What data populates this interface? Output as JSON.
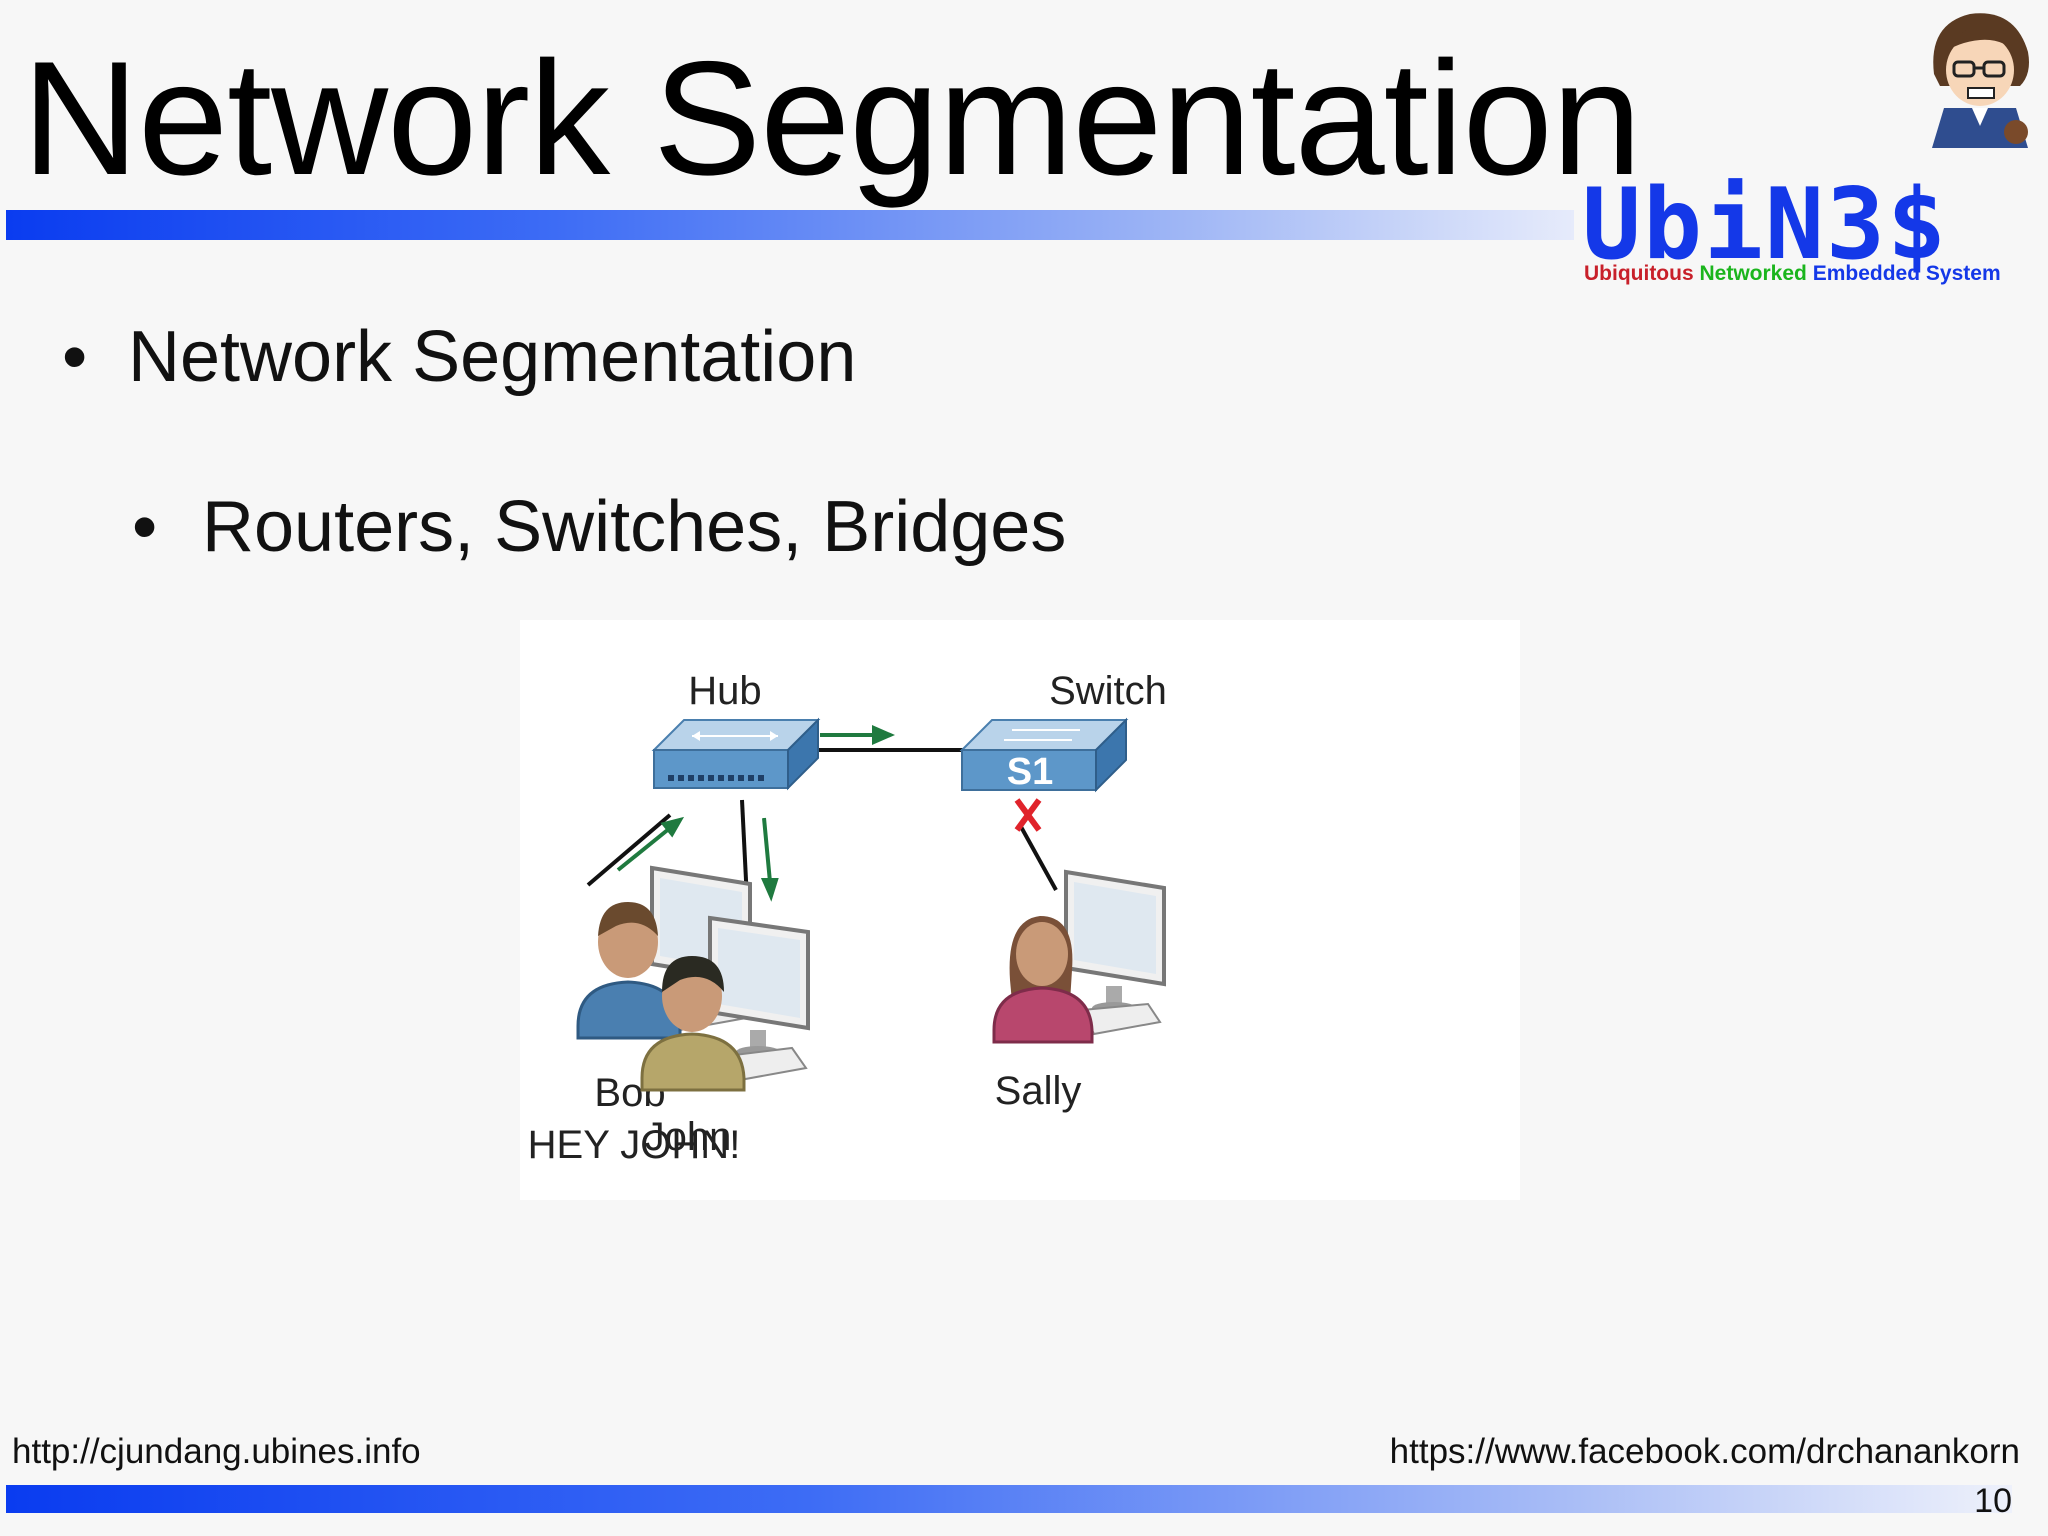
{
  "slide": {
    "title": "Network Segmentation",
    "bullets": [
      {
        "text": "Network Segmentation",
        "level": 1
      },
      {
        "text": "Routers, Switches, Bridges",
        "level": 2
      }
    ],
    "logo": {
      "text": "UbiN3$",
      "subtitle": [
        "Ubiquitous",
        "Networked",
        "Embedded",
        "System"
      ]
    },
    "footer": {
      "left": "http://cjundang.ubines.info",
      "right": "https://www.facebook.com/drchanankorn",
      "page_number": "10"
    },
    "accent_color": "#0a3cf0"
  },
  "diagram": {
    "hub_label": "Hub",
    "switch_label": "Switch",
    "switch_id": "S1",
    "people": {
      "bob": "Bob",
      "bob_message": "HEY JOHN!",
      "john": "John",
      "sally": "Sally"
    }
  }
}
